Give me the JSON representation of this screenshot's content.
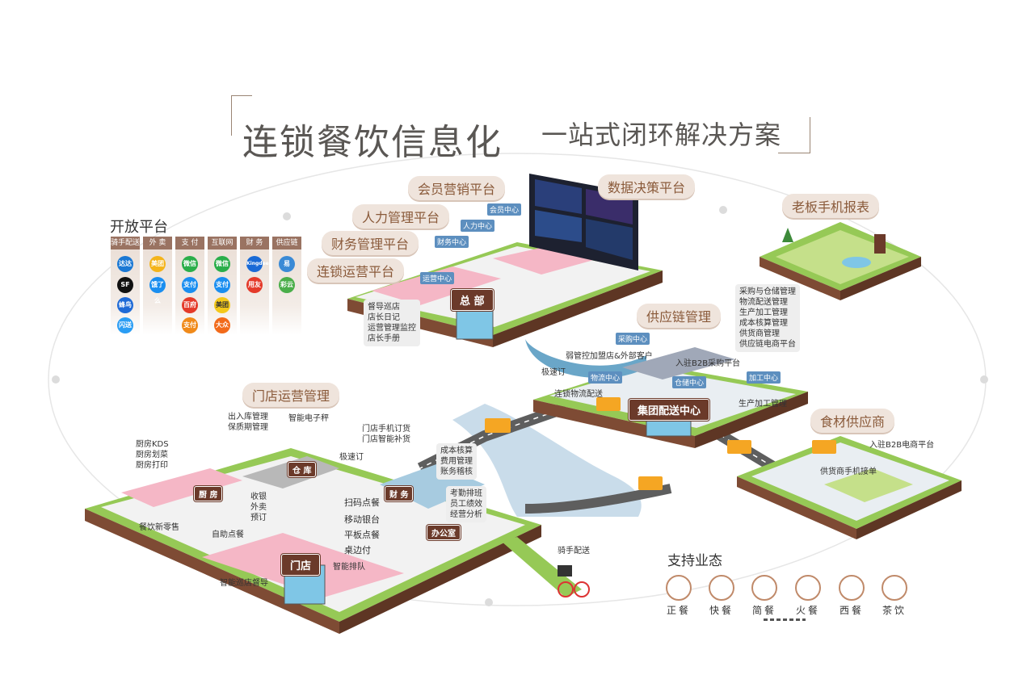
{
  "title": {
    "main": "连锁餐饮信息化",
    "sub": "一站式闭环解决方案"
  },
  "open_platform": {
    "title": "开放平台",
    "columns": [
      {
        "head": "骑手配送",
        "icons": [
          "达达",
          "SF",
          "蜂鸟",
          "闪送"
        ]
      },
      {
        "head": "外 卖",
        "icons": [
          "美团",
          "饿了么"
        ]
      },
      {
        "head": "支 付",
        "icons": [
          "微信",
          "支付宝",
          "百府付",
          "支付"
        ]
      },
      {
        "head": "互联网",
        "icons": [
          "微信",
          "支付宝",
          "美团",
          "大众"
        ]
      },
      {
        "head": "财 务",
        "icons": [
          "Kingdee",
          "用友"
        ]
      },
      {
        "head": "供应链",
        "icons": [
          "易",
          "彩云"
        ]
      }
    ]
  },
  "platforms": {
    "member": "会员营销平台",
    "hr": "人力管理平台",
    "finance": "财务管理平台",
    "chain_ops": "连锁运营平台",
    "data": "数据决策平台",
    "boss": "老板手机报表",
    "supply": "供应链管理",
    "store_ops": "门店运营管理",
    "supplier": "食材供应商"
  },
  "hq": {
    "sign": "总 部",
    "tags": [
      "财务中心",
      "人力中心",
      "会员中心",
      "运营中心"
    ],
    "note": "督导巡店\n店长日记\n运营管理监控\n店长手册"
  },
  "supply_center": {
    "sign": "集团配送中心",
    "note": "采购与仓储管理\n物流配送管理\n生产加工管理\n成本核算管理\n供货商管理\n供应链电商平台",
    "tags": [
      "采购中心",
      "物流中心",
      "仓储中心",
      "加工中心"
    ],
    "labels": {
      "weak": "弱管控加盟店&外部客户",
      "b2b": "入驻B2B采购平台",
      "logistics": "连锁物流配送",
      "production": "生产加工管理",
      "jisu": "极速订"
    }
  },
  "supplier_area": {
    "b2b": "入驻B2B电商平台",
    "order": "供货商手机接单"
  },
  "store": {
    "sign": "门店",
    "kitchen_sign": "厨 房",
    "warehouse_sign": "仓 库",
    "finance_sign": "财 务",
    "office_sign": "办公室",
    "notes": {
      "stock": "出入库管理\n保质期管理",
      "scale": "智能电子秤",
      "mobile": "门店手机订货\n门店智能补货",
      "kds": "厨房KDS\n厨房划菜\n厨房打印",
      "retail": "餐饮新零售",
      "cashier": "收银\n外卖\n预订",
      "self": "自助点餐",
      "patrol": "智能巡店督导",
      "queue": "智能排队",
      "cost": "成本核算\n费用管理\n账务稽核",
      "hr": "考勤排班\n员工绩效\n经营分析",
      "jisu": "极速订"
    },
    "features": [
      "扫码点餐",
      "移动银台",
      "平板点餐",
      "桌边付"
    ]
  },
  "rider": "骑手配送",
  "support": {
    "title": "支持业态",
    "items": [
      {
        "label": "正餐",
        "icon": "bowl-icon"
      },
      {
        "label": "快餐",
        "icon": "burger-icon"
      },
      {
        "label": "简餐",
        "icon": "plate-icon"
      },
      {
        "label": "火餐",
        "icon": "hotpot-icon"
      },
      {
        "label": "西餐",
        "icon": "fork-knife-icon"
      },
      {
        "label": "茶饮",
        "icon": "cup-icon"
      }
    ]
  }
}
